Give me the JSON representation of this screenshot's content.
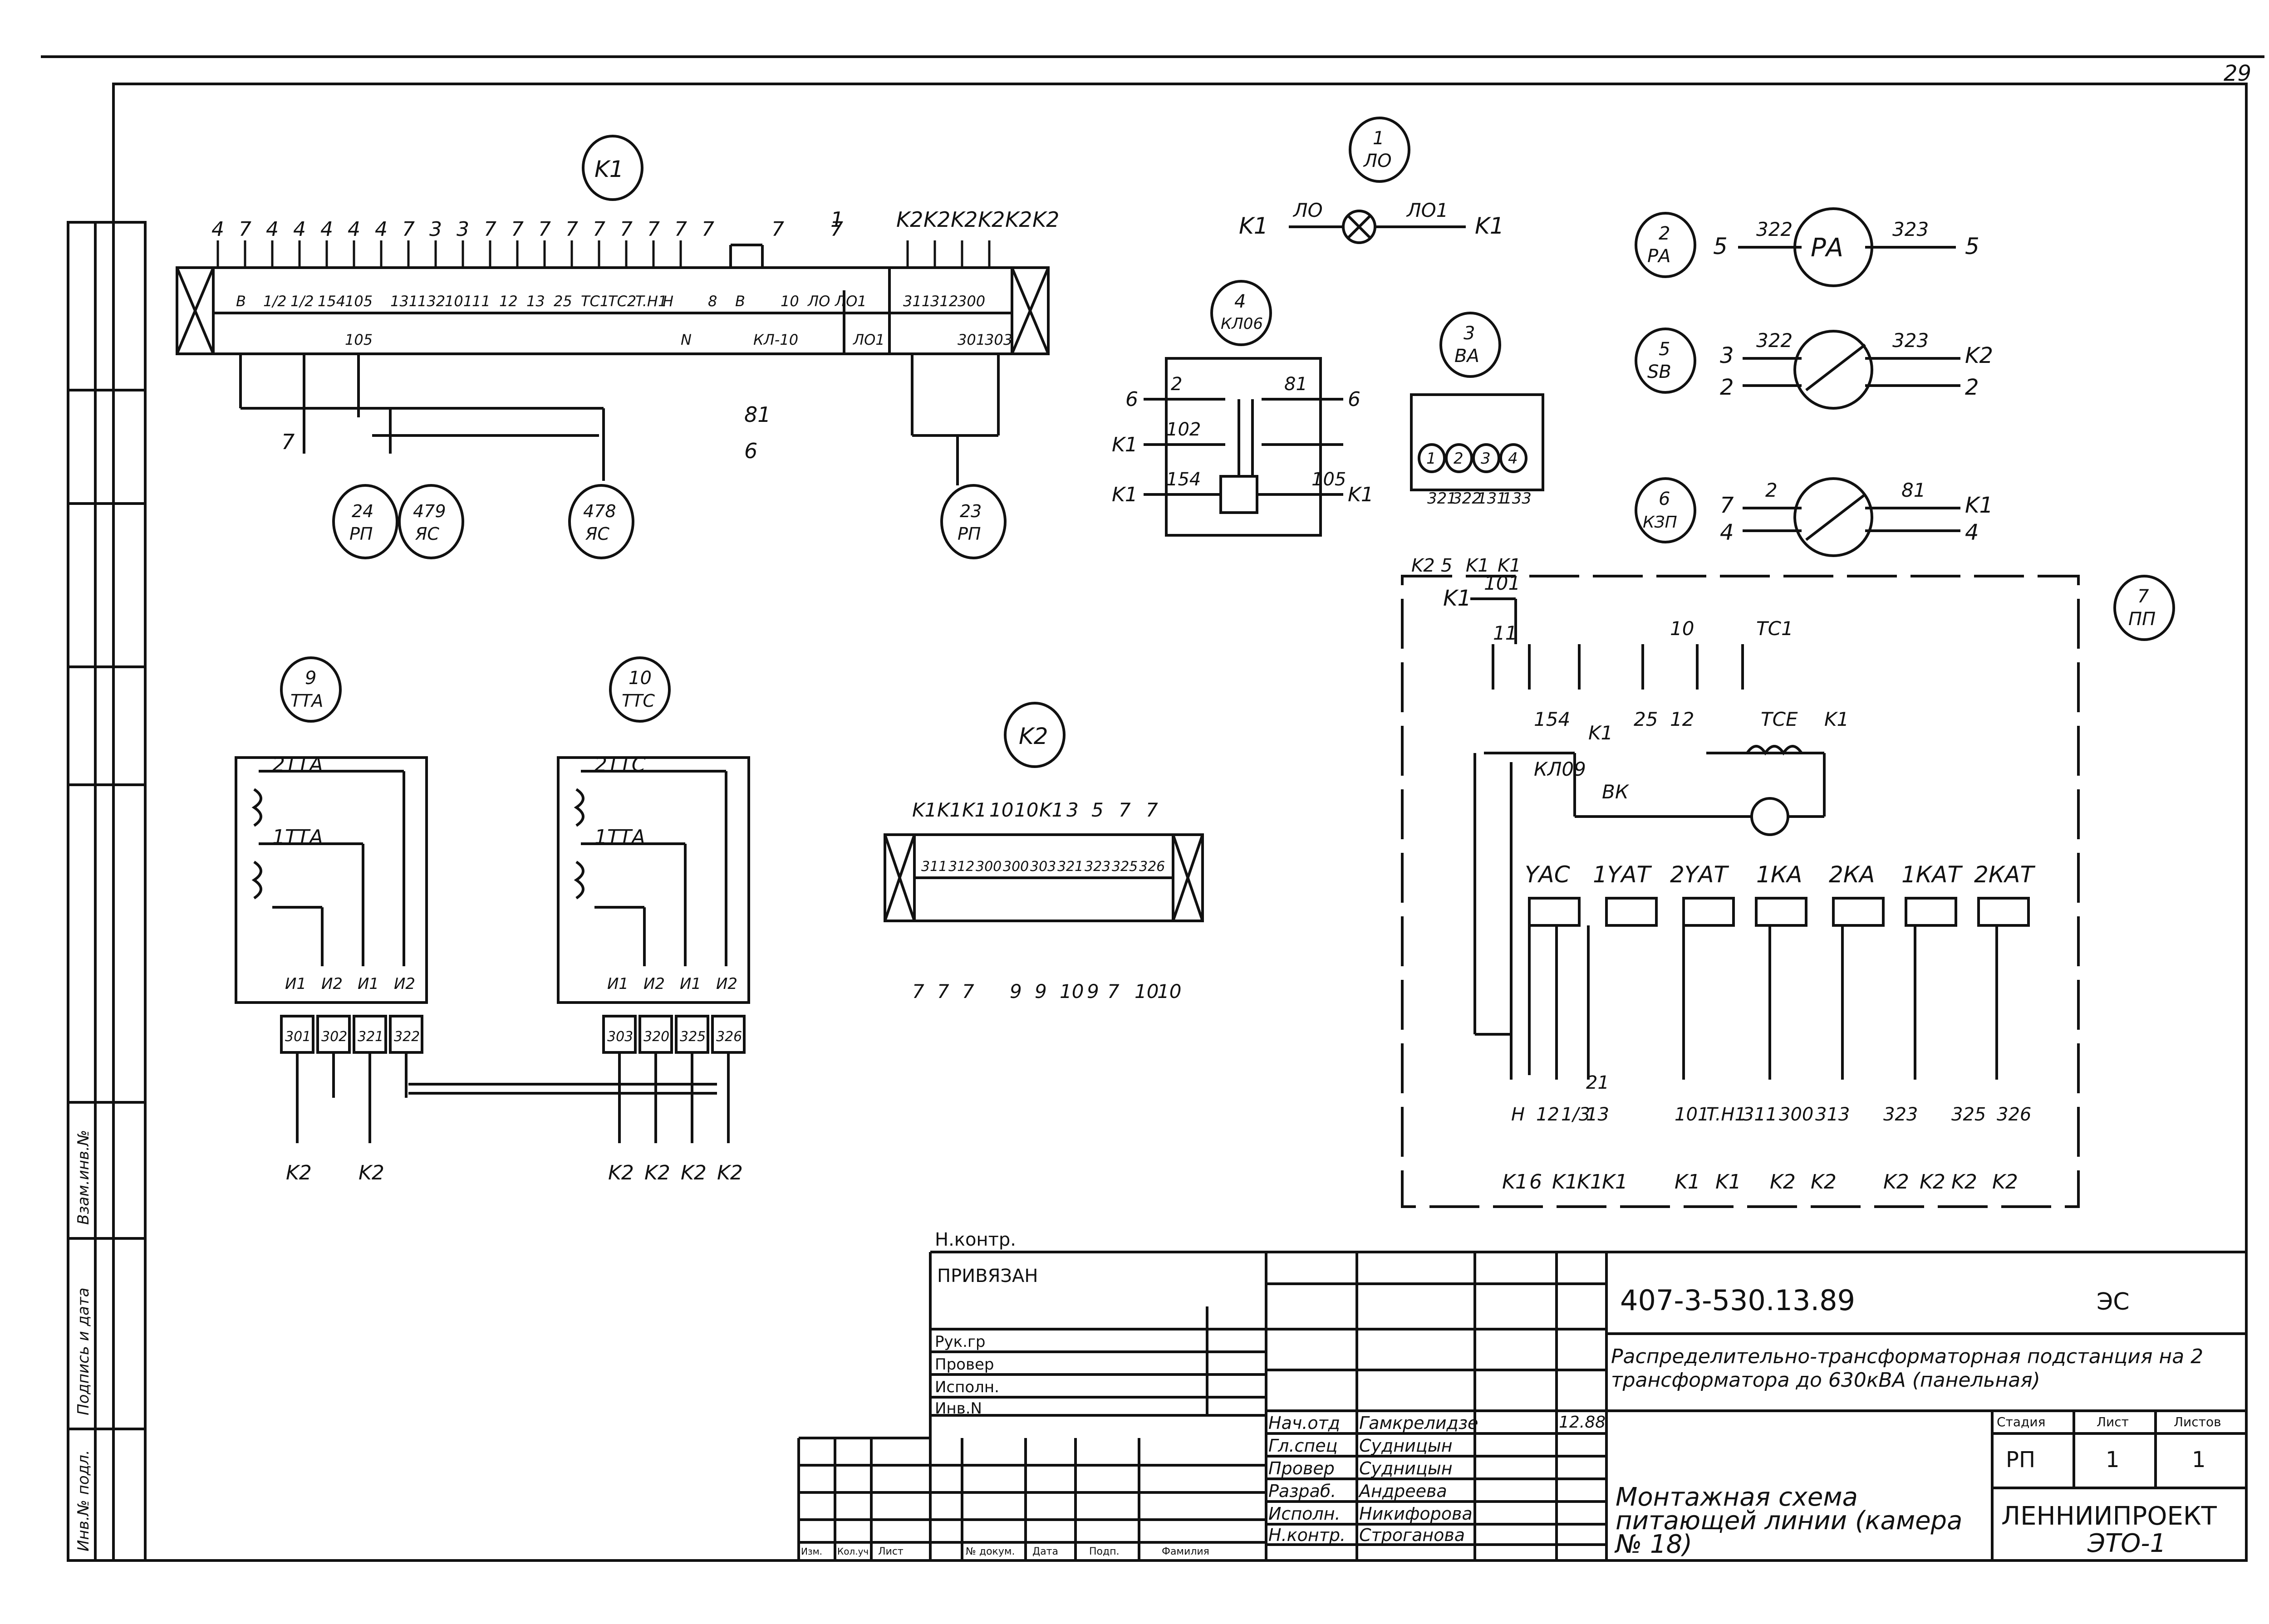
{
  "sheet": {
    "number": "29",
    "accent_color": "#111111"
  },
  "components": {
    "k1_tag": "K1",
    "lo": {
      "num": "1",
      "tag": "ЛО",
      "left_wire": "ЛО",
      "right_wire": "ЛО1",
      "left_term": "K1",
      "right_term": "K1"
    },
    "ra": {
      "num": "2",
      "tag": "РА",
      "label": "РА",
      "left_wire": "322",
      "right_wire": "323",
      "left_term": "5",
      "right_term": "5"
    },
    "va": {
      "num": "3",
      "tag": "ВА",
      "pins": [
        "1",
        "2",
        "3",
        "4"
      ],
      "wires": [
        "321",
        "322",
        "131",
        "133"
      ],
      "terms": [
        "K2",
        "5",
        "K1",
        "K1"
      ]
    },
    "kl": {
      "num": "4",
      "tag": "КЛ06",
      "wire_labels": [
        "2",
        "102",
        "154",
        "81",
        "105"
      ],
      "terms_left": [
        "6",
        "K1",
        "K1"
      ],
      "terms_right": [
        "6",
        "K1"
      ]
    },
    "sb": {
      "num": "5",
      "tag": "SB",
      "left_wire": "322",
      "right_wire": "323",
      "left_terms": [
        "3",
        "2"
      ],
      "right_terms": [
        "K2",
        "2"
      ]
    },
    "kzp": {
      "num": "6",
      "tag": "КЗП",
      "left_wire": "2",
      "right_wire": "81",
      "left_terms": [
        "7",
        "4"
      ],
      "right_terms": [
        "K1",
        "4"
      ]
    },
    "pp": {
      "num": "7",
      "tag": "ПП",
      "top_wire": "101",
      "top_term": "K1",
      "relays": [
        "YАС",
        "1YАТ",
        "2YАТ",
        "1КА",
        "2КА",
        "1КАТ",
        "2КАТ"
      ],
      "misc": [
        "КЛ09",
        "ВК",
        "ТСЕ",
        "K1",
        "K1",
        "154",
        "25",
        "12",
        "11",
        "10",
        "ТС1"
      ],
      "bottom_wires": [
        "H",
        "12",
        "1/3",
        "21",
        "13",
        "101",
        "T.H1",
        "311",
        "300",
        "313",
        "323",
        "325",
        "326"
      ],
      "bottom_terms": [
        "K1",
        "6",
        "K1",
        "K1",
        "K1",
        "K1",
        "K1",
        "K2",
        "K2",
        "K2",
        "K2",
        "K2",
        "K2"
      ]
    },
    "tta": {
      "num": "9",
      "tag": "ТТА",
      "windings": [
        "2ТТА",
        "1ТТА"
      ],
      "pins": [
        "И1",
        "И2",
        "И1",
        "И2"
      ],
      "wires": [
        "301",
        "302",
        "321",
        "322"
      ],
      "terms": [
        "K2",
        "K2"
      ]
    },
    "ttc": {
      "num": "10",
      "tag": "ТТС",
      "windings": [
        "2ТТС",
        "1ТТА"
      ],
      "pins": [
        "И1",
        "И2",
        "И1",
        "И2"
      ],
      "wires": [
        "303",
        "320",
        "325",
        "326"
      ],
      "terms": [
        "K2",
        "K2",
        "K2",
        "K2"
      ]
    },
    "refs": [
      {
        "num": "24",
        "tag": "РП"
      },
      {
        "num": "479",
        "tag": "ЯС"
      },
      {
        "num": "478",
        "tag": "ЯС"
      },
      {
        "num": "23",
        "tag": "РП"
      }
    ],
    "k1_block": {
      "top_terms": [
        "4",
        "7",
        "4",
        "4",
        "4",
        "4",
        "4",
        "7",
        "3",
        "3",
        "7",
        "7",
        "7",
        "7",
        "7",
        "7",
        "7",
        "7",
        "7",
        "7",
        "7"
      ],
      "wires": [
        "B",
        "1/2",
        "1/2",
        "154",
        "105",
        "105",
        "131",
        "132",
        "101",
        "11",
        "12",
        "13",
        "25",
        "TC1",
        "TC2",
        "T.H1",
        "H",
        "N",
        "8",
        "B",
        "КЛ-10",
        "10",
        "ЛО",
        "ЛО1",
        "ЛО1",
        "311",
        "312",
        "300",
        "301",
        "303"
      ],
      "lower_terms": [
        "7",
        "6",
        "81",
        "1",
        "K2",
        "K2",
        "K2",
        "K2",
        "K2",
        "K2"
      ]
    },
    "k2_block": {
      "tag": "K2",
      "top_terms": [
        "K1",
        "K1",
        "K1",
        "10",
        "10",
        "K1",
        "3",
        "5",
        "7",
        "7"
      ],
      "wires": [
        "311",
        "312",
        "300",
        "300",
        "303",
        "321",
        "323",
        "325",
        "326"
      ],
      "bottom_terms": [
        "7",
        "7",
        "7",
        "9",
        "9",
        "10",
        "9",
        "7",
        "10",
        "10"
      ]
    }
  },
  "side_stamp": [
    "Инв.№ подл.",
    "Подпись и дата",
    "Взам.инв.№"
  ],
  "title_block": {
    "n_kontr": "Н.контр.",
    "privyazan": "ПРИВЯЗАН",
    "left_rows": [
      "Рук.гр",
      "Провер",
      "Исполн.",
      "Инв.N"
    ],
    "footer_cols": [
      "Изм.",
      "Кол.уч",
      "Лист",
      "№ докум.",
      "Дата",
      "Подп.",
      "Фамилия"
    ],
    "sign_rows": [
      {
        "role": "Нач.отд",
        "name": "Гамкрелидзе",
        "date": "12.88"
      },
      {
        "role": "Гл.спец",
        "name": "Судницын",
        "date": ""
      },
      {
        "role": "Провер",
        "name": "Судницын",
        "date": ""
      },
      {
        "role": "Разраб.",
        "name": "Андреева",
        "date": ""
      },
      {
        "role": "Исполн.",
        "name": "Никифорова",
        "date": ""
      },
      {
        "role": "Н.контр.",
        "name": "Строганова",
        "date": ""
      }
    ],
    "doc_code": "407-3-530.13.89",
    "doc_mark": "ЭС",
    "object_title": "Распределительно-трансформаторная подстанция на 2 трансформатора до 630кВА (панельная)",
    "stage_label": "Стадия",
    "sheet_label": "Лист",
    "sheets_label": "Листов",
    "stage_value": "РП",
    "sheet_value": "1",
    "sheets_value": "1",
    "drawing_title": "Монтажная схема питающей линии (камера № 18)",
    "organization": "ЛЕННИИПРОЕКТ",
    "org_dept": "ЭТО-1"
  }
}
